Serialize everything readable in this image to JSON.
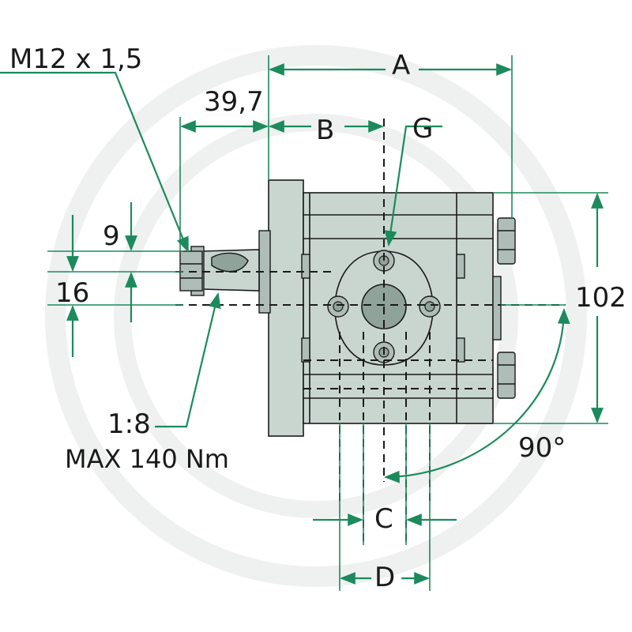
{
  "drawing": {
    "labels": {
      "thread": "M12 x 1,5",
      "shaft_length": "39,7",
      "dim_a": "A",
      "dim_b": "B",
      "dim_g": "G",
      "dim_c": "C",
      "dim_d": "D",
      "key_height": "9",
      "shaft_dia": "16",
      "taper": "1:8",
      "torque": "MAX 140 Nm",
      "height": "102",
      "angle": "90°"
    },
    "colors": {
      "dimension_lines": "#1c8a5c",
      "pump_body": "#c9d6d0",
      "pump_body_dark": "#aebdb7",
      "port": "#8fa39b",
      "watermark": "#eef1f0"
    }
  }
}
